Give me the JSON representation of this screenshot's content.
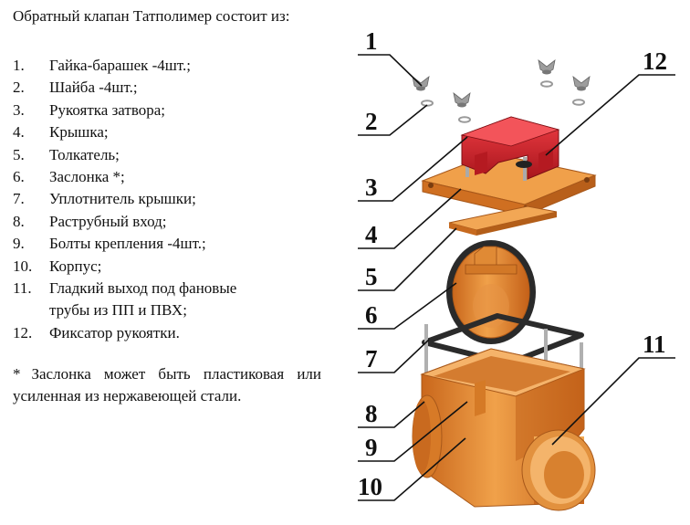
{
  "title": "Обратный клапан Татполимер состоит из:",
  "parts": [
    {
      "num": "1.",
      "text": "Гайка-барашек -4шт.;"
    },
    {
      "num": "2.",
      "text": "Шайба -4шт.;"
    },
    {
      "num": "3.",
      "text": "Рукоятка затвора;"
    },
    {
      "num": "4.",
      "text": "Крышка;"
    },
    {
      "num": "5.",
      "text": "Толкатель;"
    },
    {
      "num": "6.",
      "text": "Заслонка *;"
    },
    {
      "num": "7.",
      "text": "Уплотнитель крышки;"
    },
    {
      "num": "8.",
      "text": "Раструбный вход;"
    },
    {
      "num": "9.",
      "text": "Болты крепления -4шт.;"
    },
    {
      "num": "10.",
      "text": "Корпус;"
    },
    {
      "num": "11.",
      "text": "Гладкий выход под фановые"
    },
    {
      "num": "",
      "text": "трубы из ПП и ПВХ;"
    },
    {
      "num": "12.",
      "text": "Фиксатор рукоятки."
    }
  ],
  "note": {
    "star": "*",
    "text": "Заслонка может быть пластиковая или усиленная из нержавеющей стали."
  },
  "callouts": [
    "1",
    "2",
    "3",
    "4",
    "5",
    "6",
    "7",
    "8",
    "9",
    "10",
    "11",
    "12"
  ],
  "colors": {
    "orange": "#e88a2e",
    "orange_dark": "#b8601a",
    "red": "#d8272f",
    "seal": "#2b2b2b",
    "metal": "#b9b9b9"
  }
}
